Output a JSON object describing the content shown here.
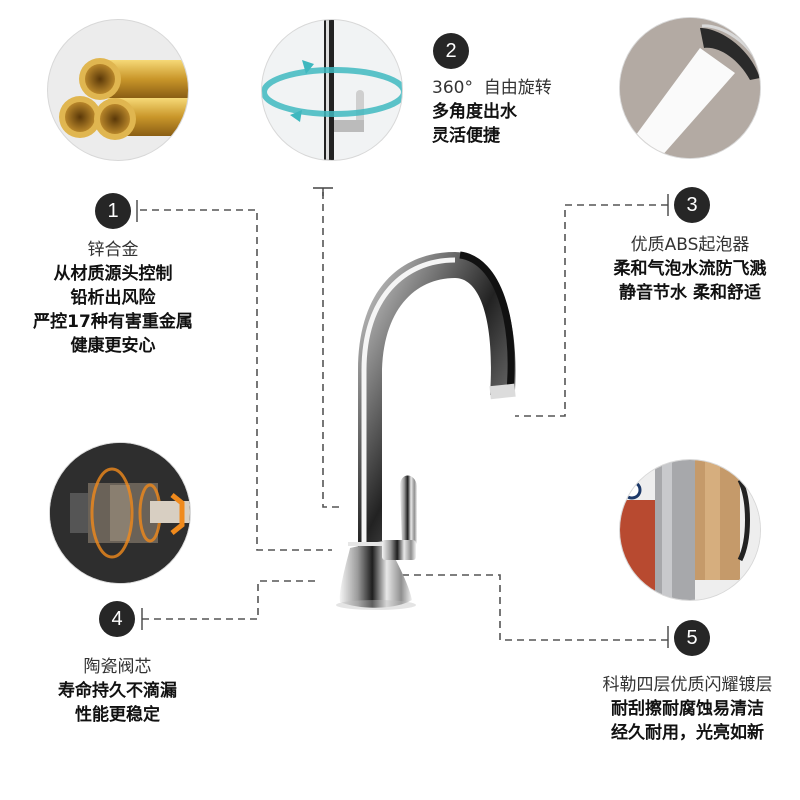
{
  "features": [
    {
      "number": "1",
      "title": "锌合金",
      "lines": [
        "从材质源头控制",
        "铅析出风险",
        "严控17种有害重金属",
        "健康更安心"
      ],
      "image": "brass-pipes"
    },
    {
      "number": "2",
      "title": "360°  自由旋转",
      "lines": [
        "多角度出水",
        "灵活便捷"
      ],
      "image": "rotation-arrows"
    },
    {
      "number": "3",
      "title": "优质ABS起泡器",
      "lines": [
        "柔和气泡水流防飞溅",
        "静音节水 柔和舒适"
      ],
      "image": "aerator-water-stream"
    },
    {
      "number": "4",
      "title": "陶瓷阀芯",
      "lines": [
        "寿命持久不滴漏",
        "性能更稳定"
      ],
      "image": "ceramic-valve-core"
    },
    {
      "number": "5",
      "title": "科勒四层优质闪耀镀层",
      "lines": [
        "耐刮擦耐腐蚀易清洁",
        "经久耐用，光亮如新"
      ],
      "image": "plating-layers"
    }
  ],
  "colors": {
    "badge": "#262626",
    "dashed_line": "#555555",
    "rotation_arrow": "#3fb8bf",
    "brass": "#c99a2e",
    "valve_orange": "#f08a1c"
  }
}
